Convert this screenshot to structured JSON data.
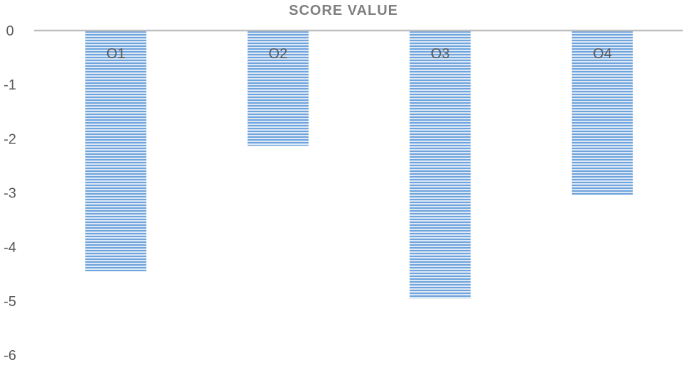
{
  "chart_data": {
    "type": "bar",
    "title": "SCORE VALUE",
    "categories": [
      "O1",
      "O2",
      "O3",
      "O4"
    ],
    "values": [
      -4.45,
      -2.13,
      -4.95,
      -3.04
    ],
    "ylim": [
      -6,
      0
    ],
    "yticks": [
      0,
      -1,
      -2,
      -3,
      -4,
      -5,
      -6
    ],
    "xlabel": "",
    "ylabel": "",
    "grid": false,
    "colors": {
      "bar_light": "#dbe6f4",
      "bar_dark": "#5b9bd5",
      "axis": "#bfbfbf",
      "text": "#595959",
      "title": "#7f7f7f"
    }
  }
}
